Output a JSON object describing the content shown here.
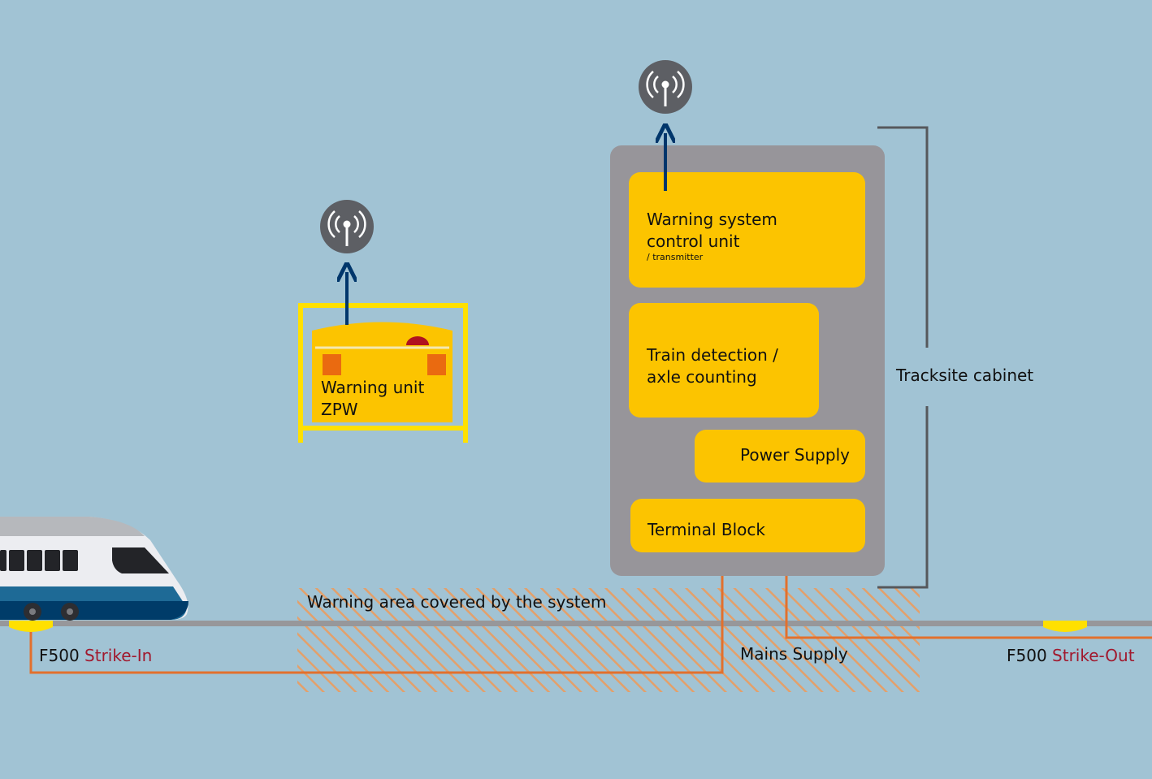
{
  "colors": {
    "background": "#a1c3d4",
    "yellow": "#fcc400",
    "cabinet": "#97959a",
    "orange_line": "#e2702d",
    "arrow": "#00366b",
    "antenna": "#5d5f64",
    "bracket": "#56585c",
    "red_text": "#a1192e"
  },
  "icons": {
    "antenna": "antenna-icon",
    "arrow": "arrow-up-icon"
  },
  "warning_unit": {
    "line1": "Warning unit",
    "line2": "ZPW"
  },
  "cabinet": {
    "label": "Tracksite cabinet",
    "control_unit": {
      "line1": "Warning system",
      "line2": "control unit",
      "sub": "/ transmitter"
    },
    "train_detection": {
      "line1": "Train detection /",
      "line2": "axle counting"
    },
    "power_supply": "Power Supply",
    "terminal_block": "Terminal Block"
  },
  "track": {
    "warning_area": "Warning area covered by the system",
    "mains_supply": "Mains Supply",
    "strike_in": {
      "prefix": "F500",
      "label": "Strike-In"
    },
    "strike_out": {
      "prefix": "F500",
      "label": "Strike-Out"
    }
  }
}
